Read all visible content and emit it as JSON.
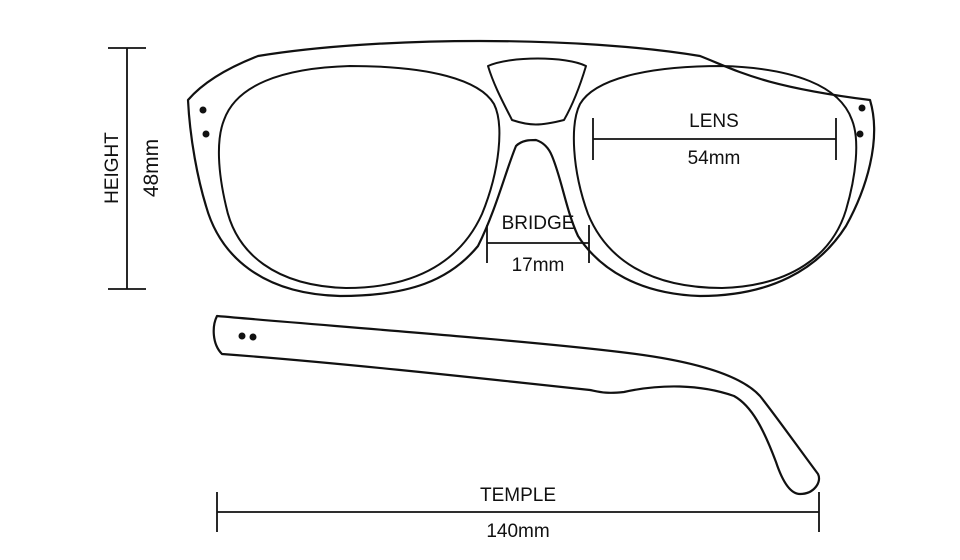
{
  "measurements": {
    "height": {
      "label": "HEIGHT",
      "value": "48mm"
    },
    "lens": {
      "label": "LENS",
      "value": "54mm"
    },
    "bridge": {
      "label": "BRIDGE",
      "value": "17mm"
    },
    "temple": {
      "label": "TEMPLE",
      "value": "140mm"
    }
  }
}
